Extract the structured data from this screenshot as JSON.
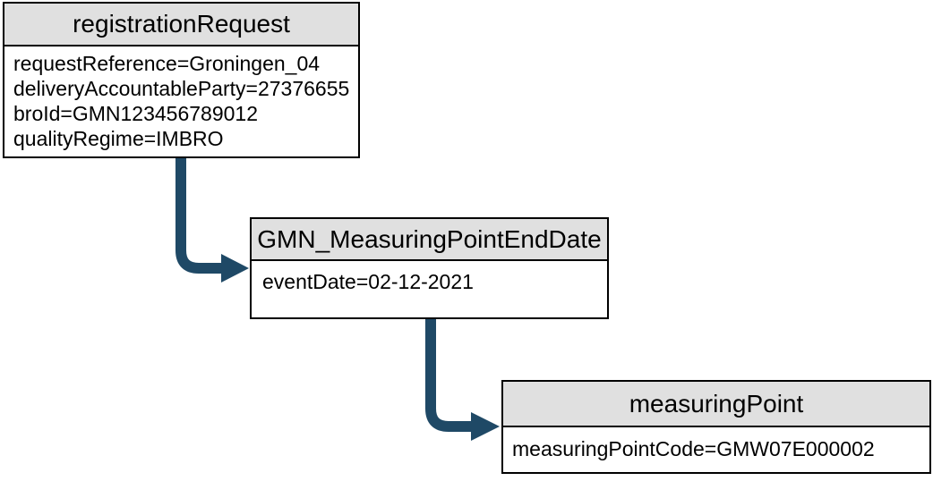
{
  "diagram": {
    "background_color": "#ffffff",
    "node_border_color": "#000000",
    "node_header_fill": "#e0e0e0",
    "node_body_fill": "#ffffff",
    "arrow_color": "#1f4966",
    "nodes": [
      {
        "title": "registrationRequest",
        "attributes": [
          "requestReference=Groningen_04",
          "deliveryAccountableParty=27376655",
          "broId=GMN123456789012",
          "qualityRegime=IMBRO"
        ]
      },
      {
        "title": "GMN_MeasuringPointEndDate",
        "attributes": [
          "eventDate=02-12-2021"
        ]
      },
      {
        "title": "measuringPoint",
        "attributes": [
          "measuringPointCode=GMW07E000002"
        ]
      }
    ],
    "edges": [
      {
        "from": "registrationRequest",
        "to": "GMN_MeasuringPointEndDate"
      },
      {
        "from": "GMN_MeasuringPointEndDate",
        "to": "measuringPoint"
      }
    ]
  }
}
